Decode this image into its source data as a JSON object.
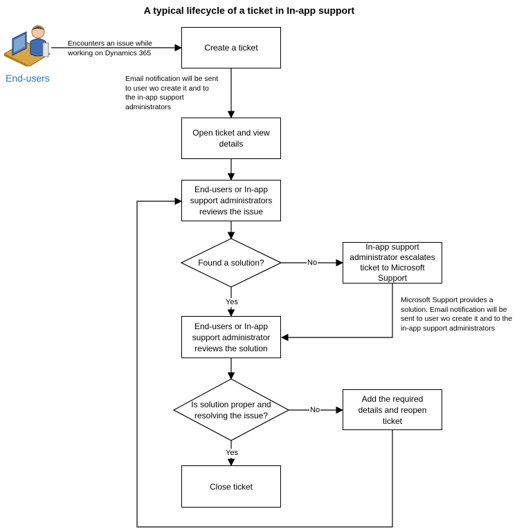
{
  "title": "A typical lifecycle of a ticket in In-app support",
  "actor": {
    "label": "End-users",
    "icon": "user-at-computer-icon"
  },
  "notes": {
    "encounter": "Encounters an issue while\nworking on Dynamics 365",
    "email_create": "Email notification will be sent\nto user wo create it and to\nthe in-app support\nadministrators",
    "ms_solution": "Microsoft Support provides a\nsolution. Email notification will be\nsent to user wo create it and to the\nin-app support administrators"
  },
  "steps": {
    "create": "Create a ticket",
    "open": "Open ticket and view details",
    "review_issue": "End-users or In-app support administrators reviews the issue",
    "found_solution": "Found a solution?",
    "escalate": "In-app support administrator escalates ticket to Microsoft Support",
    "review_solution": "End-users or In-app support administrator reviews the solution",
    "is_proper": "Is solution proper and resolving the issue?",
    "add_details": "Add the required details and reopen ticket",
    "close": "Close ticket"
  },
  "labels": {
    "no1": "No",
    "yes1": "Yes",
    "no2": "No",
    "yes2": "Yes"
  },
  "colors": {
    "accent": "#2e74b5",
    "line": "#000000"
  }
}
